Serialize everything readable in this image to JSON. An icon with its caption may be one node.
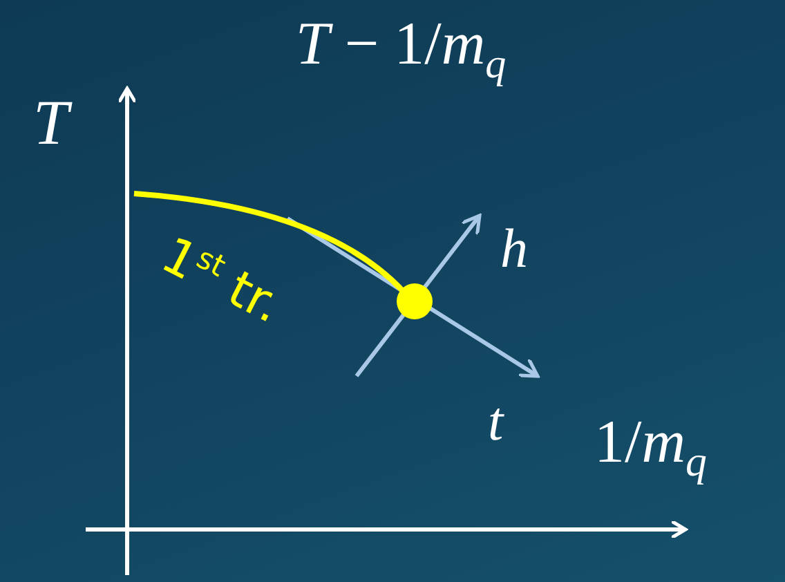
{
  "diagram": {
    "title": "*T* − 1/*m*$_{q}$",
    "labels": [
      "T",
      "1$^{st}$ tr.",
      "h",
      "t",
      "1/*m*$_{q}$"
    ]
  }
}
